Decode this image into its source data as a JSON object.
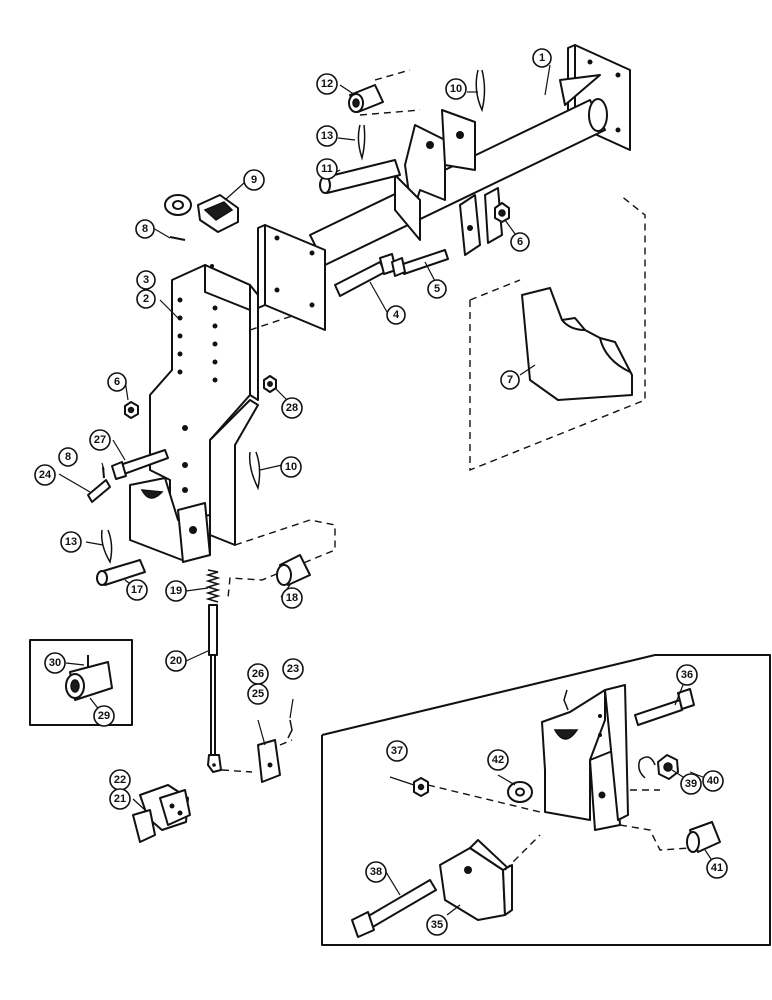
{
  "callouts": {
    "c1": "1",
    "c2": "2",
    "c3": "3",
    "c4": "4",
    "c5": "5",
    "c6a": "6",
    "c6b": "6",
    "c7": "7",
    "c8a": "8",
    "c8b": "8",
    "c9": "9",
    "c10a": "10",
    "c10b": "10",
    "c11": "11",
    "c12": "12",
    "c13a": "13",
    "c13b": "13",
    "c17": "17",
    "c18": "18",
    "c19": "19",
    "c20": "20",
    "c21": "21",
    "c22": "22",
    "c23": "23",
    "c24": "24",
    "c25": "25",
    "c26": "26",
    "c27": "27",
    "c28": "28",
    "c29": "29",
    "c30": "30",
    "c35": "35",
    "c36": "36",
    "c37": "37",
    "c38": "38",
    "c39": "39",
    "c40": "40",
    "c41": "41",
    "c42": "42"
  }
}
